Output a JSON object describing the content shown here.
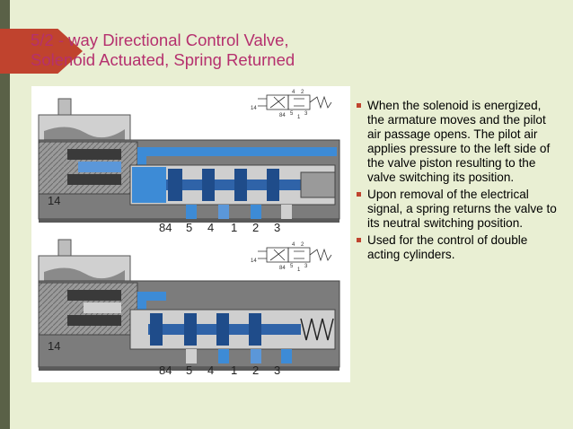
{
  "slide": {
    "title_line1": "5/2 - way Directional Control Valve,",
    "title_line2": "Solenoid Actuated, Spring Returned",
    "accent_color": "#c0432e",
    "title_color": "#b5306e",
    "background_color": "#e9efd3"
  },
  "bullets": [
    "When the solenoid is energized, the armature moves and the pilot air passage opens. The pilot air applies pressure to the left side of the valve piston resulting to the valve switching its position.",
    "Upon removal of the electrical signal, a spring returns the valve to its neutral switching position.",
    "Used for the control of double acting cylinders."
  ],
  "diagram": {
    "top": {
      "port_label": "14",
      "port_numbers": [
        "84",
        "5",
        "4",
        "1",
        "2",
        "3"
      ],
      "symbol_numbers": [
        "14",
        "84",
        "4",
        "2",
        "5",
        "1",
        "3"
      ]
    },
    "bottom": {
      "port_label": "14",
      "port_numbers": [
        "84",
        "5",
        "4",
        "1",
        "2",
        "3"
      ],
      "symbol_numbers": [
        "14",
        "84",
        "4",
        "2",
        "5",
        "1",
        "3"
      ]
    },
    "colors": {
      "body": "#7c7c7c",
      "air": "#3d8bd6",
      "spool": "#2f63a8"
    }
  }
}
